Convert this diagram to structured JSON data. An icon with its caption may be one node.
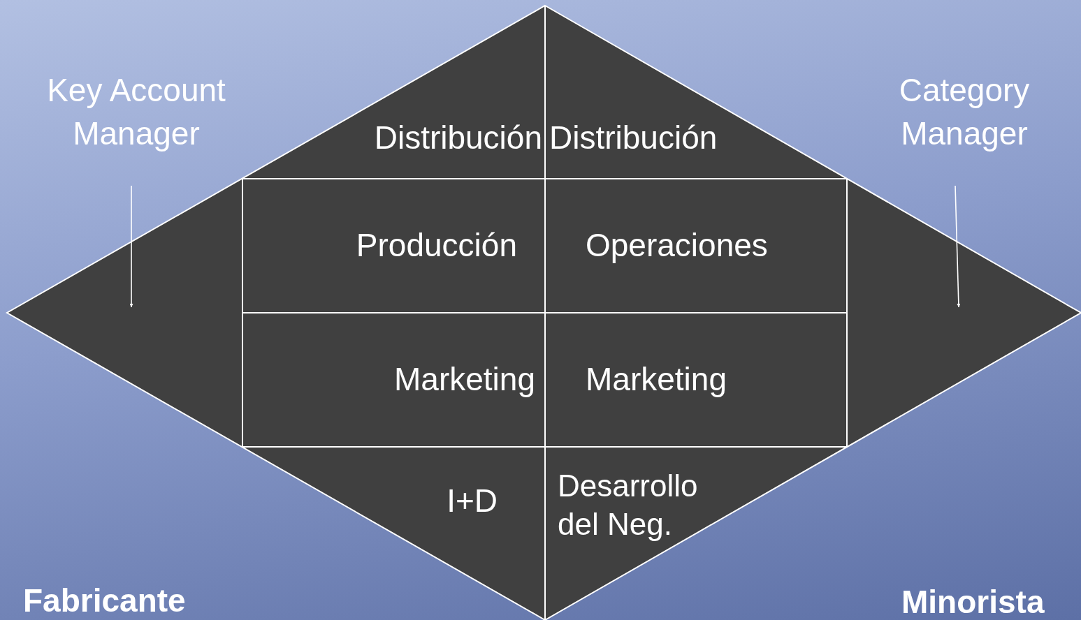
{
  "diagram": {
    "nodes": [
      {
        "text": [],
        "shape": "diamond"
      },
      {
        "text": [
          "Distribución"
        ],
        "in": 0
      },
      {
        "text": [
          "Distribución"
        ],
        "in": 0
      },
      {
        "text": [
          "Producción"
        ],
        "in": 0
      },
      {
        "text": [
          "Operaciones"
        ],
        "in": 0
      },
      {
        "text": [
          "Marketing"
        ],
        "in": 0
      },
      {
        "text": [
          "Marketing"
        ],
        "in": 0
      },
      {
        "text": [
          "I+D"
        ],
        "in": 0
      },
      {
        "text": [
          "Desarrollo del Neg."
        ],
        "in": 0
      },
      {
        "text": [
          "Key Account Manager"
        ]
      },
      {
        "text": [
          "Category Manager"
        ]
      }
    ],
    "edges": [
      {
        "from": 9,
        "to": null,
        "arrow": "to"
      },
      {
        "from": 10,
        "to": null,
        "arrow": "to"
      }
    ],
    "labels": [
      "Fabricante",
      "Minorista"
    ]
  }
}
